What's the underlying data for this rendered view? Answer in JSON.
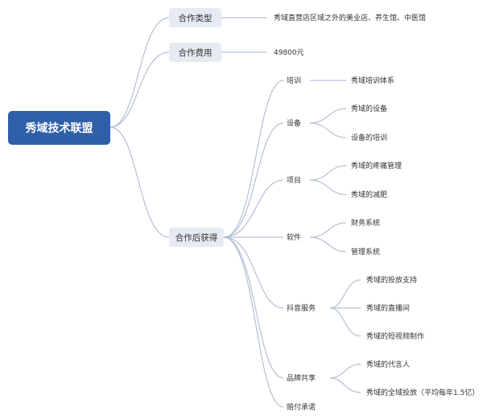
{
  "colors": {
    "root_fill": "#2f5fa8",
    "level1_fill": "#e6ebf3",
    "edge": "#b3c0d6",
    "text": "#333333"
  },
  "root": {
    "label": "秀域技术联盟"
  },
  "branches": {
    "type": {
      "label": "合作类型",
      "items": [
        "秀域直营店区域之外的美业店、养生馆、中医馆"
      ]
    },
    "fee": {
      "label": "合作费用",
      "items": [
        "49800元"
      ]
    },
    "benefits": {
      "label": "合作后获得",
      "children": [
        {
          "label": "培训",
          "items": [
            "秀域培训体系"
          ]
        },
        {
          "label": "设备",
          "items": [
            "秀域的设备",
            "设备的培训"
          ]
        },
        {
          "label": "项目",
          "items": [
            "秀域的疼痛管理",
            "秀域的减肥"
          ]
        },
        {
          "label": "软件",
          "items": [
            "财务系统",
            "管理系统"
          ]
        },
        {
          "label": "抖音服务",
          "items": [
            "秀域的投放支持",
            "秀域的直播间",
            "秀域的短视频制作"
          ]
        },
        {
          "label": "品牌共享",
          "items": [
            "秀域的代言人",
            "秀域的全域投放（平均每年1.5亿）"
          ]
        },
        {
          "label": "赔付承诺",
          "items": []
        }
      ]
    }
  }
}
